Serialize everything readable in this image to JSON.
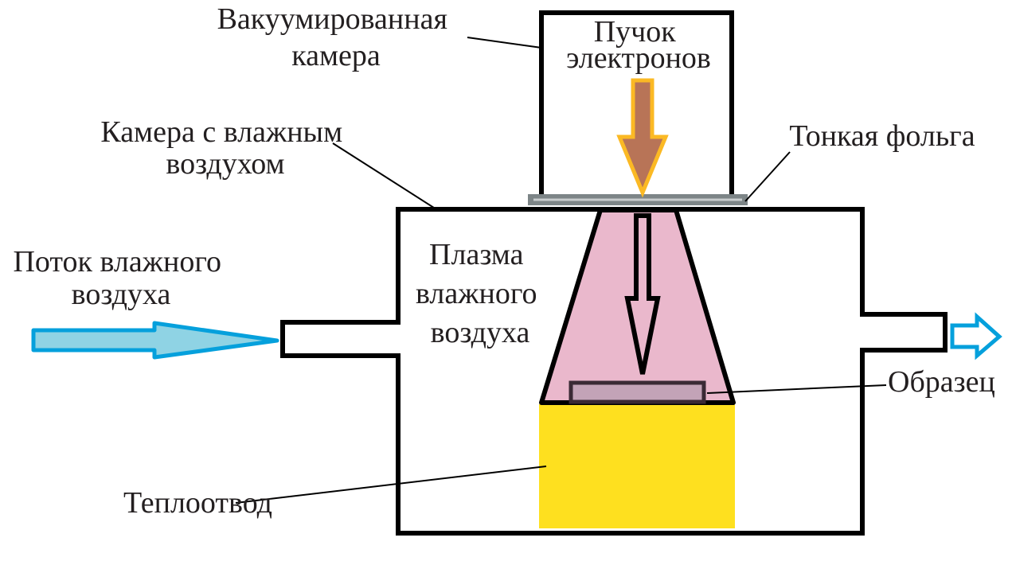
{
  "diagram": {
    "labels": {
      "vacuum_chamber": [
        "Вакуумированная",
        "камера"
      ],
      "electron_beam": [
        "Пучок",
        "электронов"
      ],
      "humid_chamber": [
        "Камера с влажным",
        "воздухом"
      ],
      "thin_foil": [
        "Тонкая фольга"
      ],
      "air_flow": [
        "Поток влажного",
        "воздуха"
      ],
      "plasma": [
        "Плазма",
        "влажного",
        "воздуха"
      ],
      "sample": [
        "Образец"
      ],
      "heat_sink": [
        "Теплоотвод"
      ]
    },
    "colors": {
      "outline": "#000000",
      "electron_arrow_fill": "#b87457",
      "electron_arrow_stroke": "#fbb924",
      "foil_fill": "#7d8587",
      "foil_line": "#c8cccd",
      "plasma_fill": "#eab8cc",
      "sample_fill": "#c3a3b7",
      "heat_sink_fill": "#fee01f",
      "air_arrow_fill": "#8fd3e4",
      "air_arrow_stroke": "#05a0dc",
      "text": "#231f20"
    }
  }
}
